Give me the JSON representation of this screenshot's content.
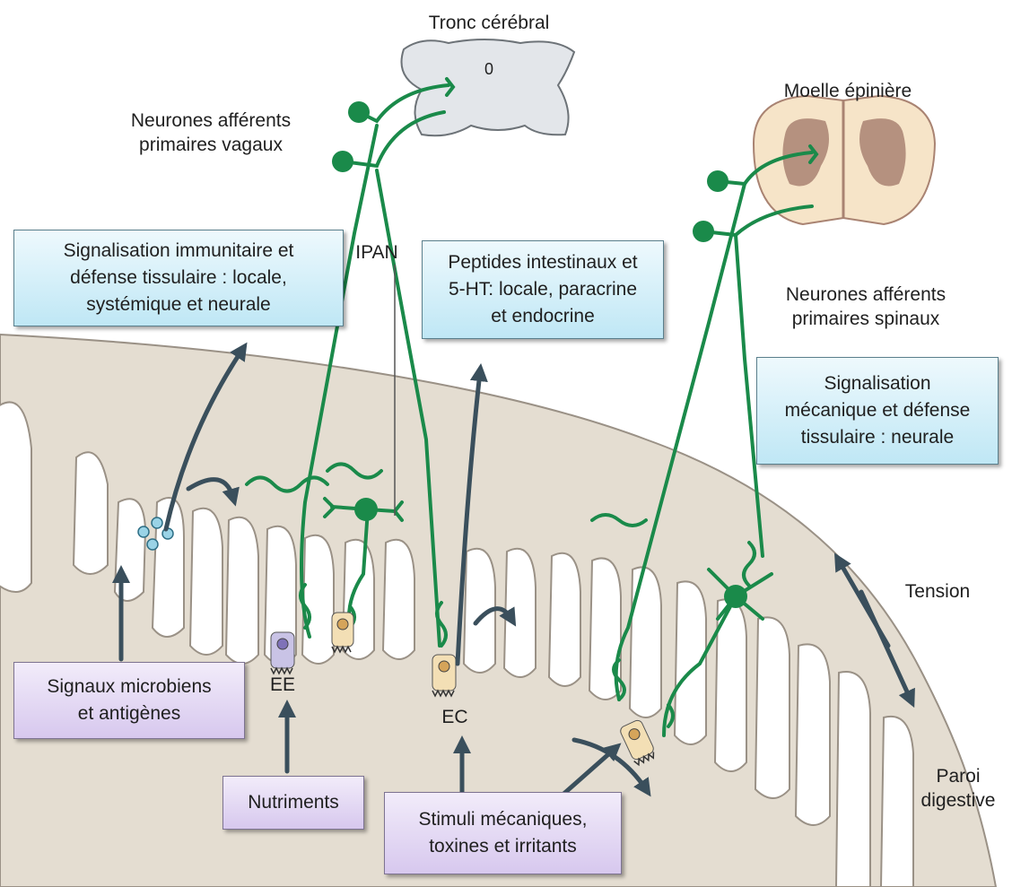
{
  "labels": {
    "tronc": "Tronc cérébral",
    "tronc_mark": "0",
    "moelle": "Moelle épinière",
    "vagaux": [
      "Neurones afférents",
      "primaires vagaux"
    ],
    "spinaux": [
      "Neurones afférents",
      "primaires spinaux"
    ],
    "ipan": "IPAN",
    "ee": "EE",
    "ec": "EC",
    "tension": "Tension",
    "paroi": [
      "Paroi",
      "digestive"
    ]
  },
  "boxes": {
    "immun": [
      "Signalisation immunitaire et",
      "défense tissulaire  : locale,",
      "systémique et neurale"
    ],
    "peptides": [
      "Peptides intestinaux et",
      "5-HT: locale, paracrine",
      "et endocrine"
    ],
    "meca": [
      "Signalisation",
      "mécanique et défense",
      "tissulaire : neurale"
    ],
    "microbiens": [
      "Signaux microbiens",
      "et antigènes"
    ],
    "nutriments": [
      "Nutriments"
    ],
    "stimuli": [
      "Stimuli mécaniques,",
      "toxines et irritants"
    ]
  },
  "colors": {
    "wall": "#e4ddd1",
    "wall_stroke": "#9a9186",
    "neuron": "#1a8a4a",
    "arrow": "#3a4f5c",
    "box_blue": "#cdeef9",
    "box_purple": "#ddd1f0",
    "brainstem": "#e3e6ea",
    "spinal_white": "#f6e4c8",
    "spinal_grey": "#a98372"
  }
}
